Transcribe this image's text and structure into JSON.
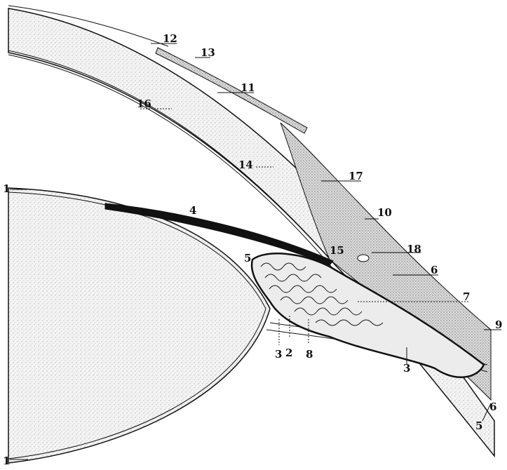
{
  "figure": {
    "labels": {
      "l1_top": "1",
      "l1_bottom": "1",
      "l2": "2",
      "l3_left": "3",
      "l3_right": "3",
      "l4": "4",
      "l5_top": "5",
      "l5_bottom": "5",
      "l6_upper": "6",
      "l6_lower": "6",
      "l7": "7",
      "l8": "8",
      "l9": "9",
      "l10": "10",
      "l11": "11",
      "l12": "12",
      "l13": "13",
      "l14": "14",
      "l15": "15",
      "l16": "16",
      "l17": "17",
      "l18": "18"
    }
  }
}
